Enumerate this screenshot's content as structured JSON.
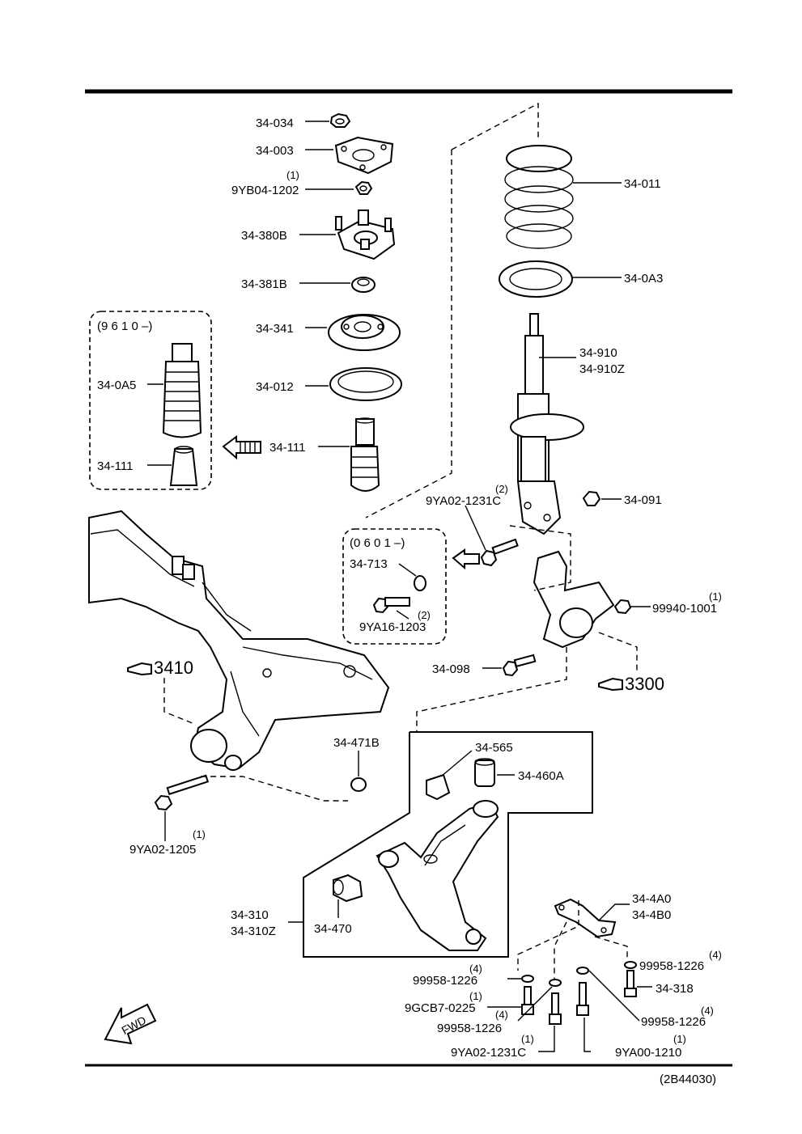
{
  "diagram": {
    "reference_code": "(2B44030)",
    "fwd_label": "FWD",
    "group_refs": {
      "subframe": "3410",
      "knuckle": "3300"
    },
    "date_boxes": {
      "bump_stop": "(9 6 1 0 –)",
      "adjust_bolt": "(0 6 0 1 –)"
    },
    "parts": {
      "p34034": "34-034",
      "p34003": "34-003",
      "p9yb04_qty": "(1)",
      "p9yb04": "9YB04-1202",
      "p34380b": "34-380B",
      "p34381b": "34-381B",
      "p34341": "34-341",
      "p34012": "34-012",
      "p34111": "34-111",
      "p340a5": "34-0A5",
      "p34111_box": "34-111",
      "p34011": "34-011",
      "p340a3": "34-0A3",
      "p34910": "34-910",
      "p34910z": "34-910Z",
      "p9ya02_1231c_qty": "(2)",
      "p9ya02_1231c": "9YA02-1231C",
      "p34091": "34-091",
      "p34713": "34-713",
      "p9ya16_qty": "(2)",
      "p9ya16": "9YA16-1203",
      "p99940_qty": "(1)",
      "p99940": "99940-1001",
      "p34098": "34-098",
      "p34471b": "34-471B",
      "p34565": "34-565",
      "p34460a": "34-460A",
      "p9ya02_1205_qty": "(1)",
      "p9ya02_1205": "9YA02-1205",
      "p34310": "34-310",
      "p34310z": "34-310Z",
      "p34470": "34-470",
      "p344a0": "34-4A0",
      "p344b0": "34-4B0",
      "p99958_a_qty": "(4)",
      "p99958_a": "99958-1226",
      "p99958_b_qty": "(4)",
      "p99958_b": "99958-1226",
      "p34318": "34-318",
      "p9gcb7_qty": "(1)",
      "p9gcb7": "9GCB7-0225",
      "p99958_c_qty": "(4)",
      "p99958_c": "99958-1226",
      "p99958_d_qty": "(4)",
      "p99958_d": "99958-1226",
      "p9ya02_1231c_b_qty": "(1)",
      "p9ya02_1231c_b": "9YA02-1231C",
      "p9ya00_qty": "(1)",
      "p9ya00": "9YA00-1210"
    }
  }
}
